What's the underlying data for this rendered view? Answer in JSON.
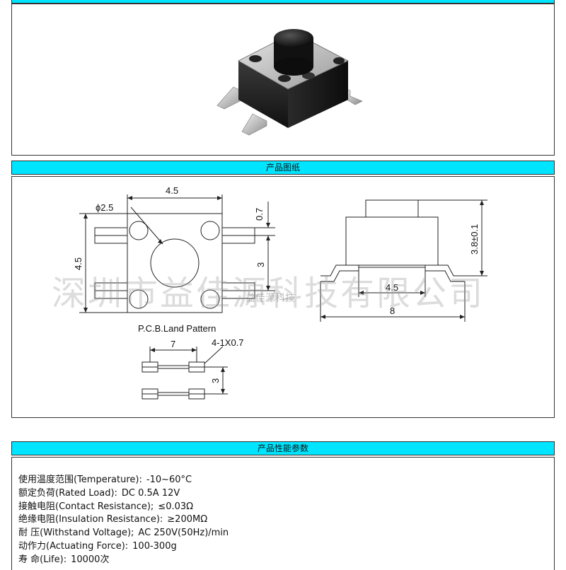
{
  "sections": {
    "drawing_header": "产品图纸",
    "specs_header": "产品性能参数"
  },
  "drawing": {
    "top_width": "4.5",
    "diameter": "ϕ2.5",
    "pin_offset": "0.7",
    "side_height": "4.5",
    "pin_pitch": "3",
    "overall_height": "3.8±0.1",
    "body_width": "4.5",
    "overall_width": "8",
    "pcb_title": "P.C.B.Land Pattern",
    "pcb_width": "7",
    "pcb_pad": "4-1X0.7",
    "pcb_pitch": "3",
    "watermark_company": "深圳市益佳源科技有限公司",
    "watermark_small": "益佳源科技"
  },
  "specs": [
    {
      "label": "使用温度范围(Temperature):",
      "value": "-10~60°C"
    },
    {
      "label": "额定负荷(Rated Load):",
      "value": "DC 0.5A 12V"
    },
    {
      "label": "接触电阻(Contact Resistance);",
      "value": "≤0.03Ω"
    },
    {
      "label": "绝缘电阻(Insulation Resistance):",
      "value": "≥200MΩ"
    },
    {
      "label": "耐 压(Withstand Voltage);",
      "value": "AC 250V(50Hz)/min"
    },
    {
      "label": "动作力(Actuating Force):",
      "value": "100-300g"
    },
    {
      "label": "寿 命(Life):",
      "value": "10000次"
    }
  ]
}
